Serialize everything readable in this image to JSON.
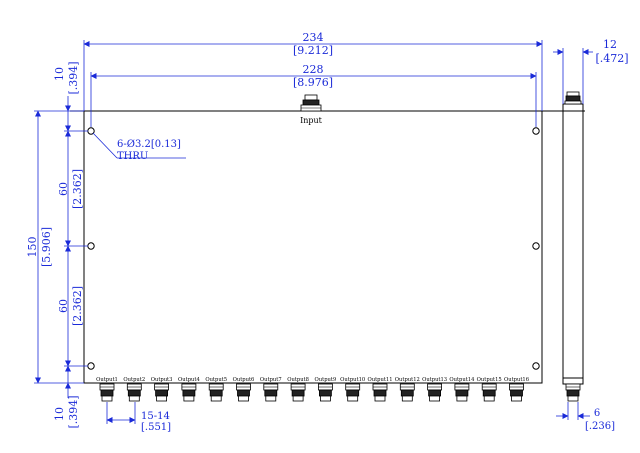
{
  "drawing": {
    "dims": {
      "overall_width": {
        "mm": "234",
        "inch": "[9.212]"
      },
      "hole_span": {
        "mm": "228",
        "inch": "[8.976]"
      },
      "depth": {
        "mm": "12",
        "inch": "[.472]"
      },
      "top_margin": {
        "mm": "10",
        "inch": "[.394]"
      },
      "height": {
        "mm": "150",
        "inch": "[5.906]"
      },
      "pitch_upper": {
        "mm": "60",
        "inch": "[2.362]"
      },
      "pitch_lower": {
        "mm": "60",
        "inch": "[2.362]"
      },
      "bottom_margin": {
        "mm": "10",
        "inch": "[.394]"
      },
      "connector_pitch": {
        "mm": "15-14",
        "inch": "[.551]"
      },
      "connector_offset": {
        "mm": "6",
        "inch": "[.236]"
      }
    },
    "hole_note": {
      "line1": "6-Ø3.2[0.13]",
      "line2": "THRU"
    },
    "input_label": "Input",
    "outputs": [
      "Output1",
      "Output2",
      "Output3",
      "Output4",
      "Output5",
      "Output6",
      "Output7",
      "Output8",
      "Output9",
      "Output10",
      "Output11",
      "Output12",
      "Output13",
      "Output14",
      "Output15",
      "Output16"
    ],
    "colors": {
      "dimension": "#1a2ad8",
      "outline": "#000000"
    }
  }
}
